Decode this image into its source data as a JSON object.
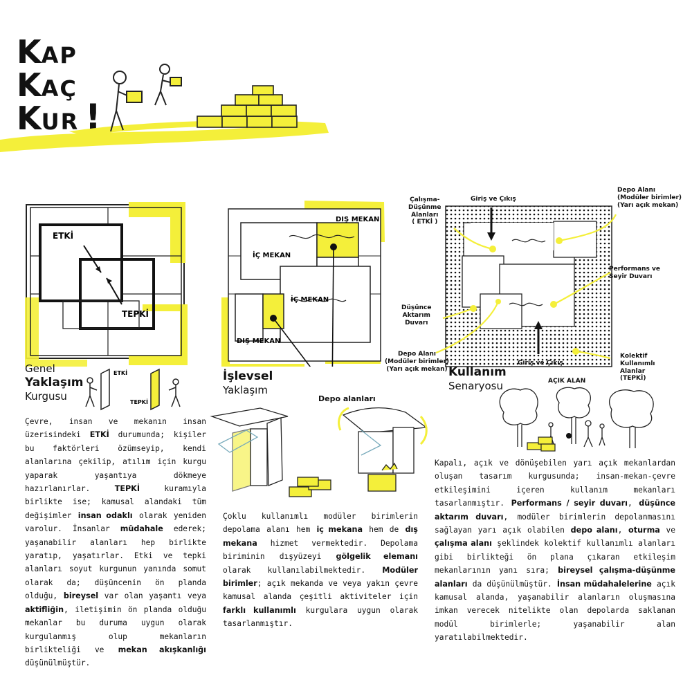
{
  "title": {
    "line1_big": "K",
    "line1_rest": "AP",
    "line2_big": "K",
    "line2_rest": "AÇ",
    "line3_big": "K",
    "line3_rest": "UR",
    "exclaim": "!"
  },
  "diagram1": {
    "etki": "ETKİ",
    "tepki": "TEPKİ",
    "caption_top": "Genel",
    "caption_bold": "Yaklaşım",
    "caption_bottom": "Kurgusu",
    "figure_etki": "ETKİ",
    "figure_tepki": "TEPKİ"
  },
  "diagram2": {
    "dis_mekan_top": "DIŞ MEKAN",
    "ic_mekan_top": "İÇ MEKAN",
    "ic_mekan_mid": "İÇ MEKAN",
    "dis_mekan_bottom": "DIŞ MEKAN",
    "caption_bold": "İşlevsel",
    "caption_bottom": "Yaklaşım",
    "depo_alanlari": "Depo alanları"
  },
  "diagram3": {
    "calisma": "Çalışma-\nDüşünme\nAlanları\n( ETKİ )",
    "giris_top": "Giriş ve Çıkış",
    "depo_top": "Depo Alanı\n(Modüler birimler)\n(Yarı açık mekan)",
    "performans": "Performans ve\nSeyir Duvarı",
    "dusunce": "Düşünce\nAktarım\nDuvarı",
    "depo_bottom": "Depo Alanı\n(Modüler birimler)\n(Yarı açık mekan)",
    "giris_bottom": "Giriş ve Çıkış",
    "kolektif": "Kolektif\nKullanımlı\nAlanlar\n(TEPKİ)",
    "acik_alan": "AÇIK ALAN",
    "caption_bold": "Kullanım",
    "caption_bottom": "Senaryosu"
  },
  "paragraphs": {
    "p1_html": "Çevre, insan ve mekanın insan üzerisindeki <b>ETKİ</b> durumunda; kişiler bu faktörleri özümseyip, kendi alanlarına çekilip, atılım için kurgu yaparak yaşantıya dökmeye hazırlanırlar. <b>TEPKİ</b> kuramıyla birlikte ise; kamusal alandaki tüm değişimler <b>insan odaklı</b> olarak yeniden varolur. İnsanlar <b>müdahale</b> ederek; yaşanabilir alanları hep birlikte yaratıp, yaşatırlar. Etki ve tepki alanları soyut kurgunun yanında somut olarak da; düşüncenin ön planda olduğu, <b>bireysel</b> var olan yaşantı veya <b>aktifliğin</b>, iletişimin ön planda olduğu mekanlar bu duruma uygun olarak kurgulanmış olup mekanların birlikteliği ve <b>mekan akışkanlığı</b> düşünülmüştür.",
    "p2_html": "Çoklu kullanımlı modüler birimlerin depolama alanı hem <b>iç mekana</b> hem de <b>dış mekana</b> hizmet vermektedir. Depolama biriminin dışyüzeyi <b>gölgelik elemanı</b> olarak kullanılabilmektedir. <b>Modüler birimler</b>; açık mekanda ve veya yakın çevre kamusal alanda çeşitli aktiviteler için <b>farklı kullanımlı</b> kurgulara uygun olarak tasarlanmıştır.",
    "p3_html": "Kapalı, açık ve dönüşebilen yarı açık mekanlardan oluşan tasarım kurgusunda; insan-mekan-çevre etkileşimini içeren kullanım mekanları tasarlanmıştır. <b>Performans / seyir duvarı</b>, <b>düşünce aktarım duvarı</b>, modüler birimlerin depolanmasını sağlayan yarı açık olabilen <b>depo alanı</b>, <b>oturma</b> ve <b>çalışma alanı</b> şeklindek kolektif kullanımlı alanları gibi birlikteği ön plana çıkaran etkileşim mekanlarının yanı sıra; <b>bireysel çalışma-düşünme alanları</b> da düşünülmüştür. <b>İnsan müdahalelerine</b> açık kamusal alanda, yaşanabilir alanların oluşmasına imkan verecek nitelikte olan depolarda saklanan modül birimlerle; yaşanabilir alan yaratılabilmektedir."
  },
  "colors": {
    "accent": "#f4ef3a",
    "ink": "#111111"
  },
  "icons": [
    "person-carrying-box-icon",
    "stacked-boxes-icon",
    "tree-icon",
    "stick-figure-icon",
    "arrow-icon"
  ]
}
